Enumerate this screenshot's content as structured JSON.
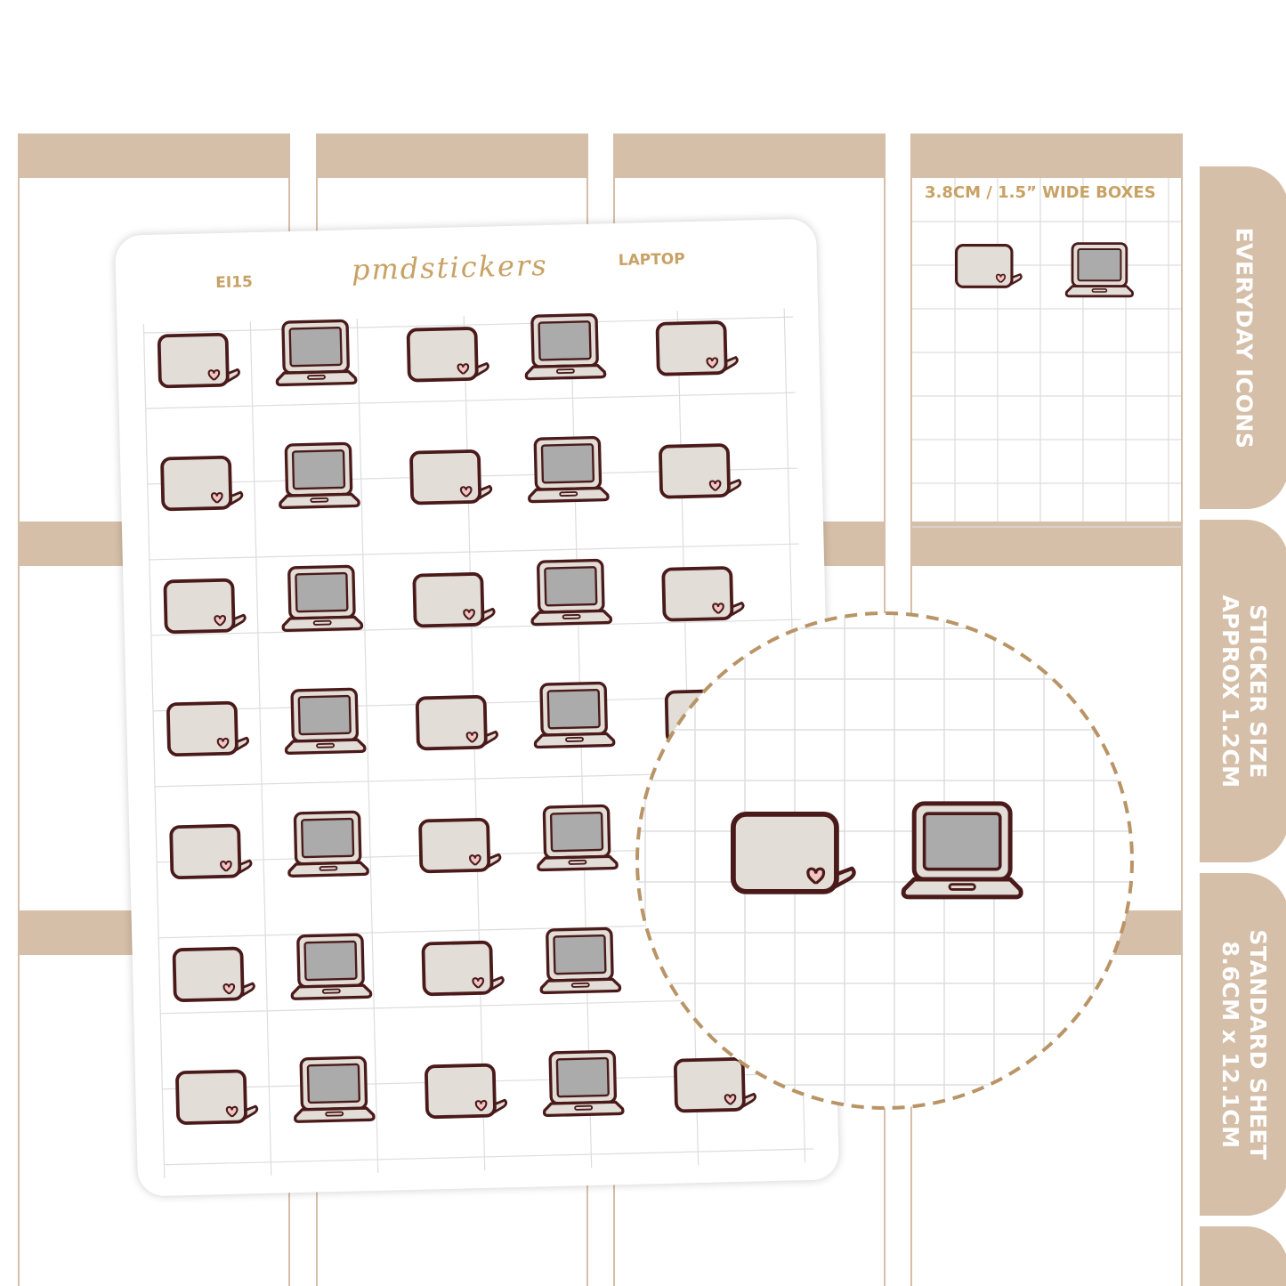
{
  "sheet": {
    "code": "EI15",
    "brand": "pmdstickers",
    "name": "LAPTOP",
    "rows": 7,
    "columns": 5,
    "sticker_pattern": [
      "laptop-back-heart",
      "laptop-open",
      "laptop-back-heart",
      "laptop-open",
      "laptop-back-heart"
    ]
  },
  "preview": {
    "label": "3.8CM / 1.5” WIDE BOXES",
    "stickers": [
      "laptop-back-heart",
      "laptop-open"
    ]
  },
  "magnifier": {
    "stickers": [
      "laptop-back-heart",
      "laptop-open"
    ]
  },
  "tabs": [
    {
      "line1": "EVERYDAY ICONS",
      "line2": ""
    },
    {
      "line1": "STICKER SIZE",
      "line2": "APPROX 1.2CM"
    },
    {
      "line1": "STANDARD SHEET",
      "line2": "8.6CM x 12.1CM"
    },
    {
      "line1": "",
      "line2": ""
    }
  ],
  "colors": {
    "planner_tan": "#d6bfa8",
    "gold_text": "#c8a164",
    "outline": "#4a1a1a",
    "laptop_body": "#e2ddd6",
    "screen": "#ababab",
    "heart": "#f3c4c4",
    "grid": "#dddddd",
    "magnifier_border": "#b99466"
  }
}
